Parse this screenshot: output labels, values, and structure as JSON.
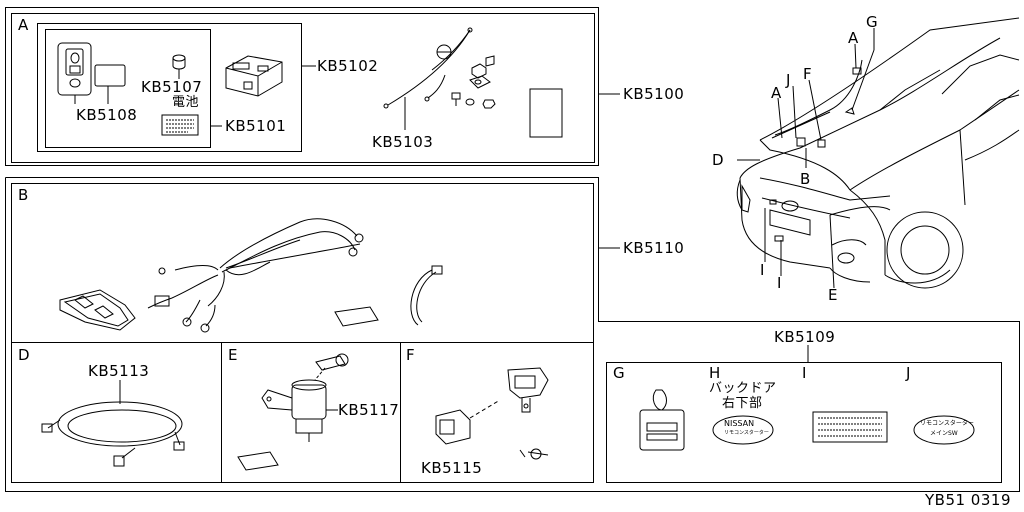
{
  "diagram_code": "YB51  0319",
  "groups": {
    "a": {
      "letter": "A",
      "part": "KB5102"
    },
    "b": {
      "letter": "B"
    },
    "d": {
      "letter": "D",
      "part": "KB5113"
    },
    "e": {
      "letter": "E",
      "part": "KB5117"
    },
    "f": {
      "letter": "F",
      "part": "KB5115"
    }
  },
  "kits": {
    "main": "KB5100",
    "harness": "KB5110",
    "labels": "KB5109"
  },
  "parts": {
    "kb5108": "KB5108",
    "kb5107": "KB5107",
    "battery_note": "電池",
    "kb5101": "KB5101",
    "kb5103": "KB5103"
  },
  "label_kit": {
    "g": "G",
    "h": "H",
    "h_note_line1": "バックドア",
    "h_note_line2": "右下部",
    "i": "I",
    "j": "J",
    "badge_nissan": "NISSAN",
    "badge_nissan_sub": "リモコンスターター",
    "badge_j_line1": "リモコンスターター",
    "badge_j_line2": "メインSW"
  },
  "vehicle_callouts": {
    "a1": "A",
    "g": "G",
    "j": "J",
    "f": "F",
    "a2": "A",
    "d": "D",
    "b": "B",
    "i1": "I",
    "i2": "I",
    "e": "E"
  },
  "colors": {
    "line": "#000000",
    "background": "#ffffff"
  }
}
